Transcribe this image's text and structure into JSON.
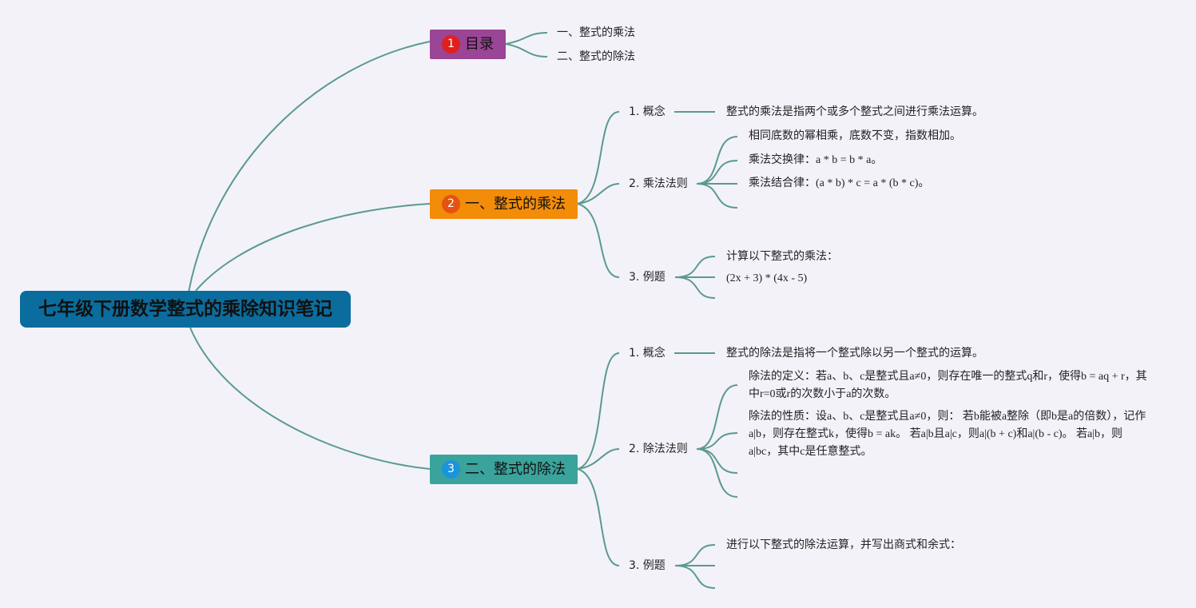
{
  "root": {
    "title": "七年级下册数学整式的乘除知识笔记"
  },
  "branches": [
    {
      "num": "1",
      "label": "目录"
    },
    {
      "num": "2",
      "label": "一、整式的乘法"
    },
    {
      "num": "3",
      "label": "二、整式的除法"
    }
  ],
  "toc": [
    "一、整式的乘法",
    "二、整式的除法"
  ],
  "mult": {
    "concept_label": "1. 概念",
    "concept_text": "整式的乘法是指两个或多个整式之间进行乘法运算。",
    "rules_label": "2. 乘法法则",
    "rules": [
      "相同底数的幂相乘，底数不变，指数相加。",
      "乘法交换律：a * b = b * a。",
      "乘法结合律：(a * b) * c = a * (b * c)。"
    ],
    "example_label": "3. 例题",
    "examples": [
      "计算以下整式的乘法：",
      "(2x + 3) * (4x - 5)"
    ]
  },
  "div": {
    "concept_label": "1. 概念",
    "concept_text": "整式的除法是指将一个整式除以另一个整式的运算。",
    "rules_label": "2. 除法法则",
    "rules": [
      "除法的定义：若a、b、c是整式且a≠0，则存在唯一的整式q和r，使得b = aq + r，其中r=0或r的次数小于a的次数。",
      "除法的性质：设a、b、c是整式且a≠0，则： 若b能被a整除（即b是a的倍数），记作a|b，则存在整式k，使得b = ak。 若a|b且a|c，则a|(b + c)和a|(b - c)。 若a|b，则a|bc，其中c是任意整式。"
    ],
    "example_label": "3. 例题",
    "examples": [
      "进行以下整式的除法运算，并写出商式和余式："
    ]
  },
  "colors": {
    "background": "#f3f2f9",
    "root": "#0b6d9e",
    "branch1": "#9b4596",
    "branch2": "#f38c08",
    "branch3": "#3aa39b",
    "connector": "#5a9a8e"
  }
}
